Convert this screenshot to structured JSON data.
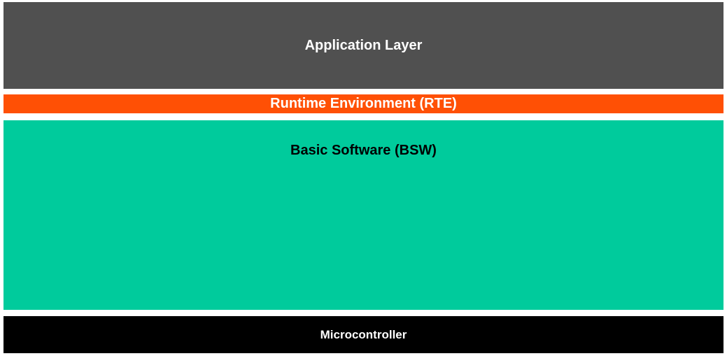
{
  "layers": {
    "application": {
      "label": "Application Layer",
      "color": "#505050"
    },
    "rte": {
      "label": "Runtime Environment (RTE)",
      "color": "#ff5005"
    },
    "bsw": {
      "label": "Basic Software (BSW)",
      "color": "#00cb9c"
    },
    "microcontroller": {
      "label": "Microcontroller",
      "color": "#000000"
    }
  }
}
